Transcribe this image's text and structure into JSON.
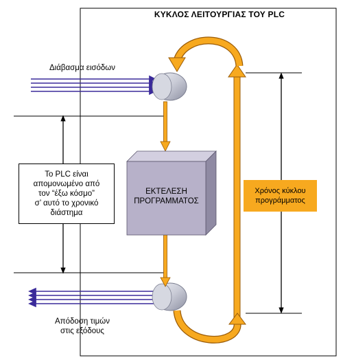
{
  "title": "ΚΥΚΛΟΣ ΛΕΙΤΟΥΡΓΙΑΣ ΤΟΥ PLC",
  "inputs_label": "Διάβασμα εισόδων",
  "outputs_label": [
    "Απόδοση τιμών",
    "στις εξόδους"
  ],
  "isolation_note": [
    "Το PLC είναι",
    "απομονωμένο από",
    "τον “έξω κόσμο”",
    "σ’ αυτό το χρονικό",
    "διάστημα"
  ],
  "program_block": [
    "ΕΚΤΕΛΕΣΗ",
    "ΠΡΟΓΡΑΜΜΑΤΟΣ"
  ],
  "cycle_time": [
    "Χρόνος κύκλου",
    "προγράμματος"
  ],
  "colors": {
    "orange": "#f7a91f",
    "orange_outline": "#9a5b08",
    "signal_lines": "#3a2a9a",
    "block_fill": "#b7b1c9",
    "ellipse_fill": "#c9cbd6"
  }
}
